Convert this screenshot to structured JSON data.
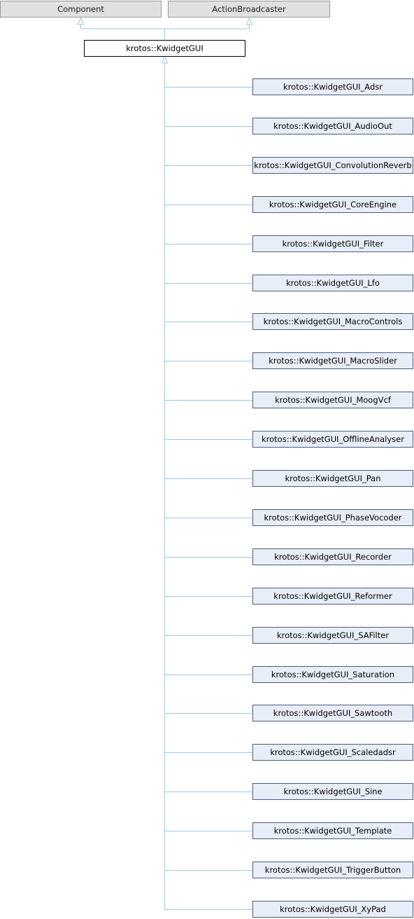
{
  "bases": [
    "Component",
    "ActionBroadcaster"
  ],
  "focus": "krotos::KwidgetGUI",
  "children": [
    "krotos::KwidgetGUI_Adsr",
    "krotos::KwidgetGUI_AudioOut",
    "krotos::KwidgetGUI_ConvolutionReverb",
    "krotos::KwidgetGUI_CoreEngine",
    "krotos::KwidgetGUI_Filter",
    "krotos::KwidgetGUI_Lfo",
    "krotos::KwidgetGUI_MacroControls",
    "krotos::KwidgetGUI_MacroSlider",
    "krotos::KwidgetGUI_MoogVcf",
    "krotos::KwidgetGUI_OfflineAnalyser",
    "krotos::KwidgetGUI_Pan",
    "krotos::KwidgetGUI_PhaseVocoder",
    "krotos::KwidgetGUI_Recorder",
    "krotos::KwidgetGUI_Reformer",
    "krotos::KwidgetGUI_SAFilter",
    "krotos::KwidgetGUI_Saturation",
    "krotos::KwidgetGUI_Sawtooth",
    "krotos::KwidgetGUI_Scaledadsr",
    "krotos::KwidgetGUI_Sine",
    "krotos::KwidgetGUI_Template",
    "krotos::KwidgetGUI_TriggerButton",
    "krotos::KwidgetGUI_XyPad"
  ],
  "colors": {
    "edge": "#9fc7dd",
    "base_fill": "#e0e0e0",
    "child_fill": "#e8eef7"
  }
}
